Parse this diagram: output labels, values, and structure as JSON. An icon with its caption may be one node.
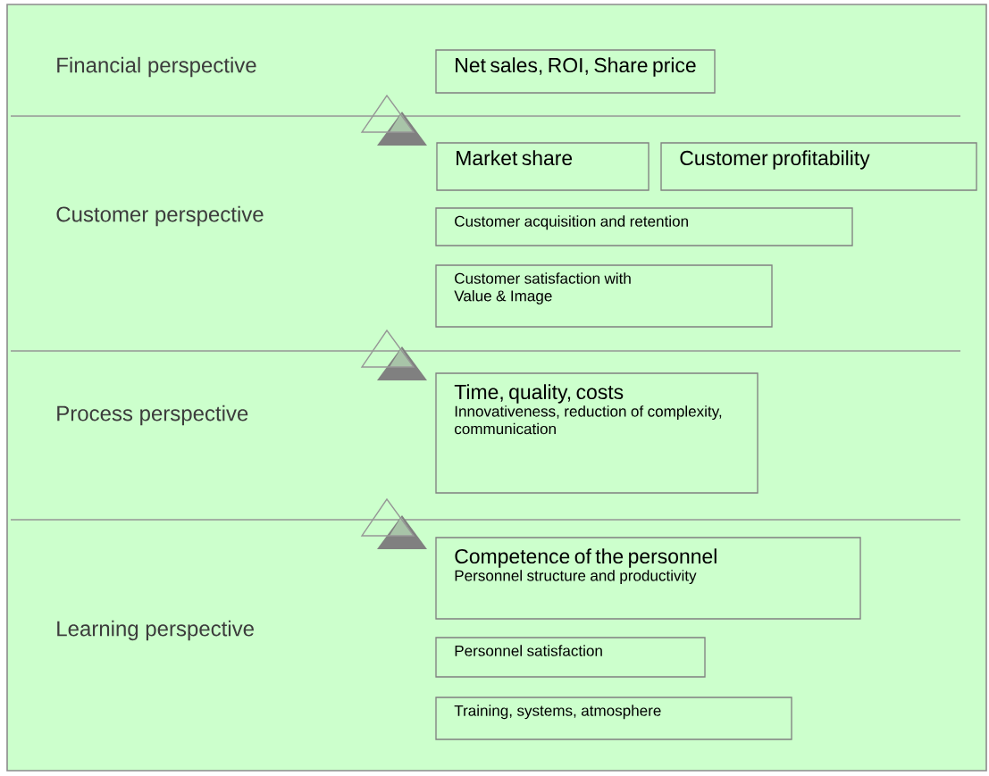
{
  "diagram": {
    "nodes": [
      {
        "text": [
          "Net sales, ROI, Share price"
        ]
      },
      {
        "text": [
          "Market share"
        ]
      },
      {
        "text": [
          "Customer profitability"
        ]
      },
      {
        "text": [
          "Customer acquisition and retention"
        ]
      },
      {
        "text": [
          "Customer satisfaction with Value & Image"
        ]
      },
      {
        "text": [
          "Time, quality, costs",
          "Innovativeness, reduction of complexity, communication"
        ]
      },
      {
        "text": [
          "Competence of the personnel",
          "Personnel structure and productivity"
        ]
      },
      {
        "text": [
          "Personnel satisfaction"
        ]
      },
      {
        "text": [
          "Training, systems, atmosphere"
        ]
      }
    ],
    "labels": [
      "Financial perspective",
      "Customer perspective",
      "Process perspective",
      "Learning perspective"
    ]
  }
}
